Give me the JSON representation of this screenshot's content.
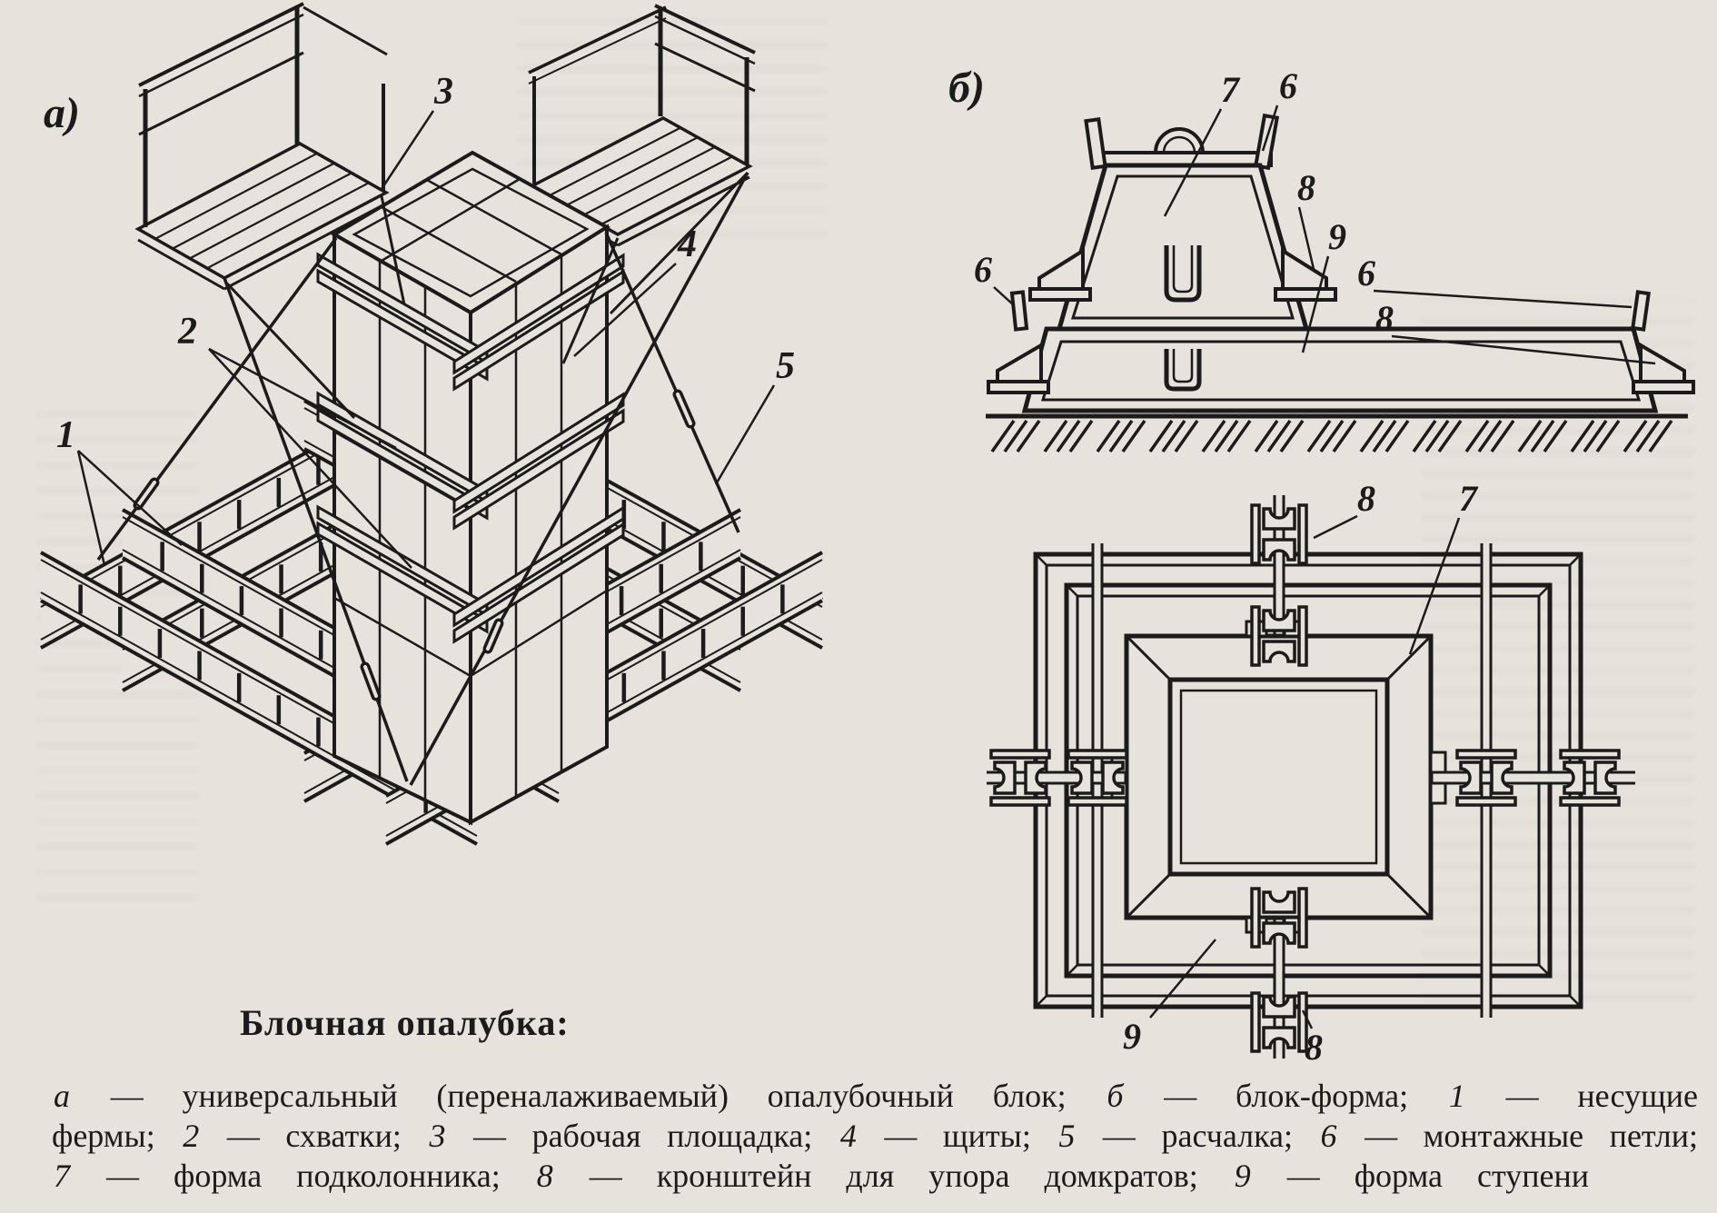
{
  "colors": {
    "paper": "#e6e3dc",
    "ink": "#1b1b1b"
  },
  "title": "Блочная опалубка:",
  "caption": {
    "lines": [
      [
        {
          "t": "а",
          "i": true
        },
        {
          "t": " — универсальный (переналаживаемый) опалубочный блок; "
        },
        {
          "t": "б",
          "i": true
        },
        {
          "t": " — блок-форма; "
        },
        {
          "t": "1",
          "i": true
        },
        {
          "t": " — несущие"
        }
      ],
      [
        {
          "t": "фермы; "
        },
        {
          "t": "2",
          "i": true
        },
        {
          "t": " — схватки; "
        },
        {
          "t": "3",
          "i": true
        },
        {
          "t": " — рабочая площадка; "
        },
        {
          "t": "4",
          "i": true
        },
        {
          "t": " — щиты; "
        },
        {
          "t": "5",
          "i": true
        },
        {
          "t": " — расчалка; "
        },
        {
          "t": "6",
          "i": true
        },
        {
          "t": " — монтажные петли;"
        }
      ],
      [
        {
          "t": "7",
          "i": true
        },
        {
          "t": " — форма подколонника; "
        },
        {
          "t": "8",
          "i": true
        },
        {
          "t": " — кронштейн для упора домкратов; "
        },
        {
          "t": "9",
          "i": true
        },
        {
          "t": " — форма ступени"
        }
      ]
    ]
  },
  "figure_a": {
    "marker": "а)",
    "callouts": [
      {
        "n": "1"
      },
      {
        "n": "2"
      },
      {
        "n": "3"
      },
      {
        "n": "4"
      },
      {
        "n": "5"
      }
    ]
  },
  "figure_b": {
    "marker": "б)",
    "side": {
      "callouts": [
        {
          "n": "7"
        },
        {
          "n": "6"
        },
        {
          "n": "8"
        },
        {
          "n": "9"
        },
        {
          "n": "6"
        },
        {
          "n": "8"
        },
        {
          "n": "6"
        }
      ]
    },
    "plan": {
      "callouts": [
        {
          "n": "8"
        },
        {
          "n": "7"
        },
        {
          "n": "9"
        },
        {
          "n": "8"
        }
      ]
    }
  }
}
